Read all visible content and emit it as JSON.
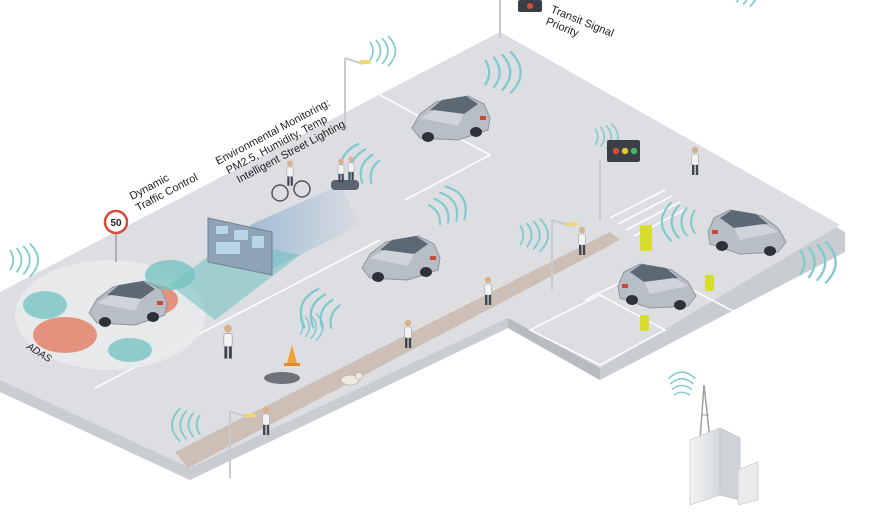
{
  "labels": {
    "transit_line1": "Transit Signal",
    "transit_line2": "Priority",
    "env_line1": "Environmental Monitoring:",
    "env_line2": "PM2.5, Humidity, Temp",
    "env_line3": "Intelligent Street Lighting",
    "dyn_line1": "Dynamic",
    "dyn_line2": "Traffic Control",
    "adas": "ADAS",
    "speed_sign": "50"
  },
  "colors": {
    "road": "#dcdee1",
    "platform_edge": "#c9ccd0",
    "sidewalk": "#cdbfb5",
    "wave": "#7fc9cf",
    "radar_red": "#e3826b",
    "radar_teal": "#6fc1c0",
    "car_body": "#b7bec6",
    "signal_yellow": "#d8dc2a",
    "camera_beam": "#8ab0d6"
  },
  "icons": [
    "car-icon",
    "cyclist-icon",
    "scooter-icon",
    "pedestrian-icon",
    "dog-icon",
    "traffic-cone-icon",
    "street-light-icon",
    "traffic-light-icon",
    "speed-limit-sign-icon",
    "display-board-icon",
    "cell-tower-icon",
    "building-icon",
    "parking-charger-icon",
    "wireless-signal-icon"
  ]
}
